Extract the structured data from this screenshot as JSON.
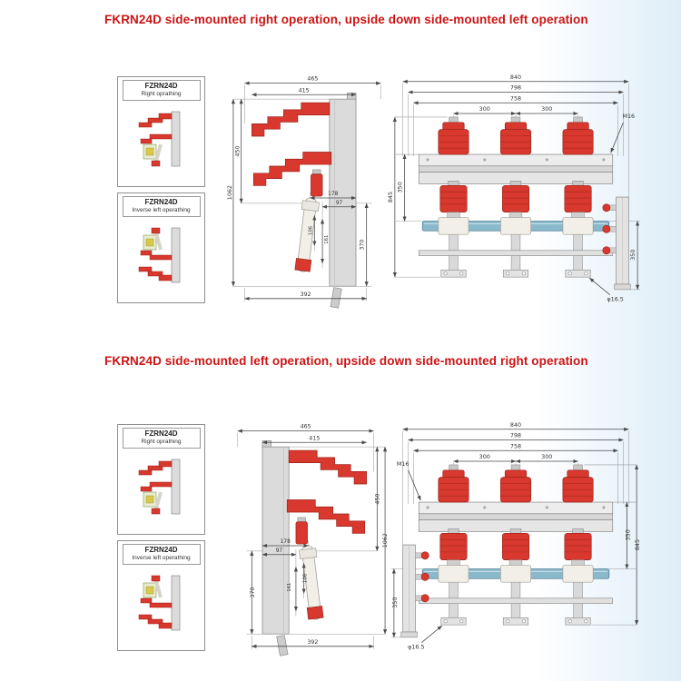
{
  "page": {
    "background": "#ffffff",
    "accent_color": "#cc1414",
    "drawing_red": "#d8382d",
    "tube_blue": "#8ab9cb"
  },
  "sections": [
    {
      "title": "FKRN24D side-mounted right operation, upside down side-mounted left operation",
      "panel": {
        "box1_title": "FZRN24D",
        "box1_subtitle": "Right oprathing",
        "box2_title": "FZRN24D",
        "box2_subtitle": "Inverse left operathing"
      },
      "side_dims": {
        "w_overall": "465",
        "w_inner": "415",
        "h_upper": "450",
        "h_overall": "1062",
        "d178": "178",
        "d97": "97",
        "h_lower": "370",
        "d106": "106",
        "d161": "161",
        "w_base": "392"
      },
      "front_dims": {
        "w_overall": "840",
        "w_mid": "798",
        "w_inner": "758",
        "pitch_left": "300",
        "pitch_right": "300",
        "bolt": "M16",
        "h_upper": "350",
        "h_overall": "845",
        "h_lower": "350",
        "hole": "φ16.5"
      }
    },
    {
      "title": "FKRN24D side-mounted left operation, upside down side-mounted right operation",
      "panel": {
        "box1_title": "FZRN24D",
        "box1_subtitle": "Right oprathing",
        "box2_title": "FZRN24D",
        "box2_subtitle": "Inverse left operathing"
      },
      "side_dims": {
        "w_overall": "465",
        "w_inner": "415",
        "h_upper": "450",
        "h_overall": "1062",
        "d178": "178",
        "d97": "97",
        "h_lower": "370",
        "d106": "106",
        "d161": "161",
        "w_base": "392"
      },
      "front_dims": {
        "w_overall": "840",
        "w_mid": "798",
        "w_inner": "758",
        "pitch_left": "300",
        "pitch_right": "300",
        "bolt": "M16",
        "h_upper": "350",
        "h_overall": "845",
        "h_lower": "350",
        "hole": "φ16.5"
      }
    }
  ]
}
